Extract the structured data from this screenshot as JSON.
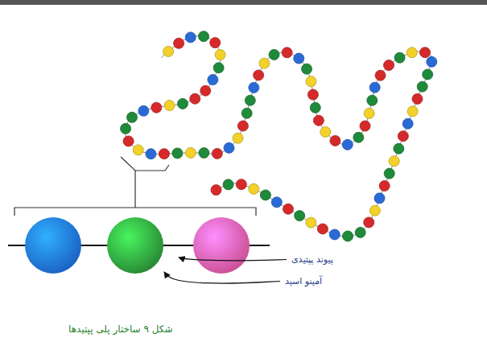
{
  "diagram": {
    "caption": "شکل ۹ ساختار پلی پپتیدها",
    "labels": [
      "پیوند پپتیدی",
      "آمینو اسید"
    ]
  }
}
